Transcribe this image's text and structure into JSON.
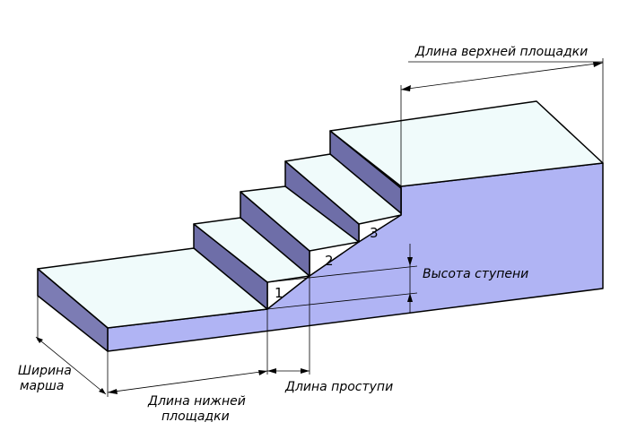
{
  "colors": {
    "background": "#ffffff",
    "tread": "#f0fbfb",
    "side": "#b0b4f4",
    "riser": "#7c7cb4",
    "riser_dark": "#6e6ea8",
    "stroke": "#000000",
    "dim_line": "#000000"
  },
  "diagram": {
    "labels": {
      "top_landing_length": "Длина верхней площадки",
      "step_height": "Высота ступени",
      "flight_width_line1": "Ширина",
      "flight_width_line2": "марша",
      "bottom_landing_line1": "Длина нижней",
      "bottom_landing_line2": "площадки",
      "tread_length": "Длина проступи"
    },
    "step_numbers": [
      "1",
      "2",
      "3"
    ]
  }
}
